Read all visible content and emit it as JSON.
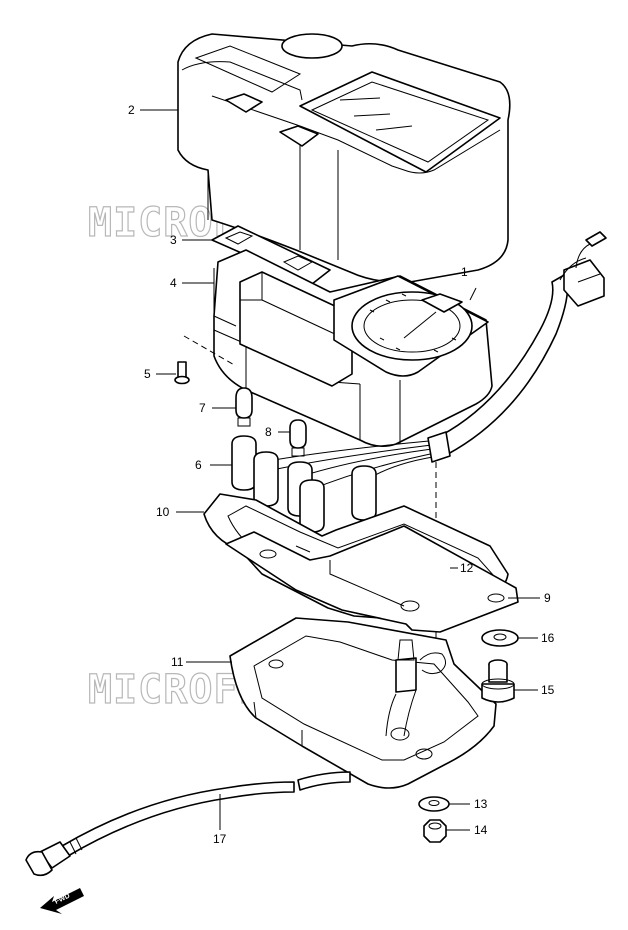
{
  "watermark": "MICROFICHES.NET",
  "direction_label": "FWD",
  "callouts": [
    "1",
    "2",
    "3",
    "4",
    "5",
    "6",
    "7",
    "8",
    "9",
    "10",
    "11",
    "12",
    "13",
    "14",
    "15",
    "16",
    "17"
  ]
}
